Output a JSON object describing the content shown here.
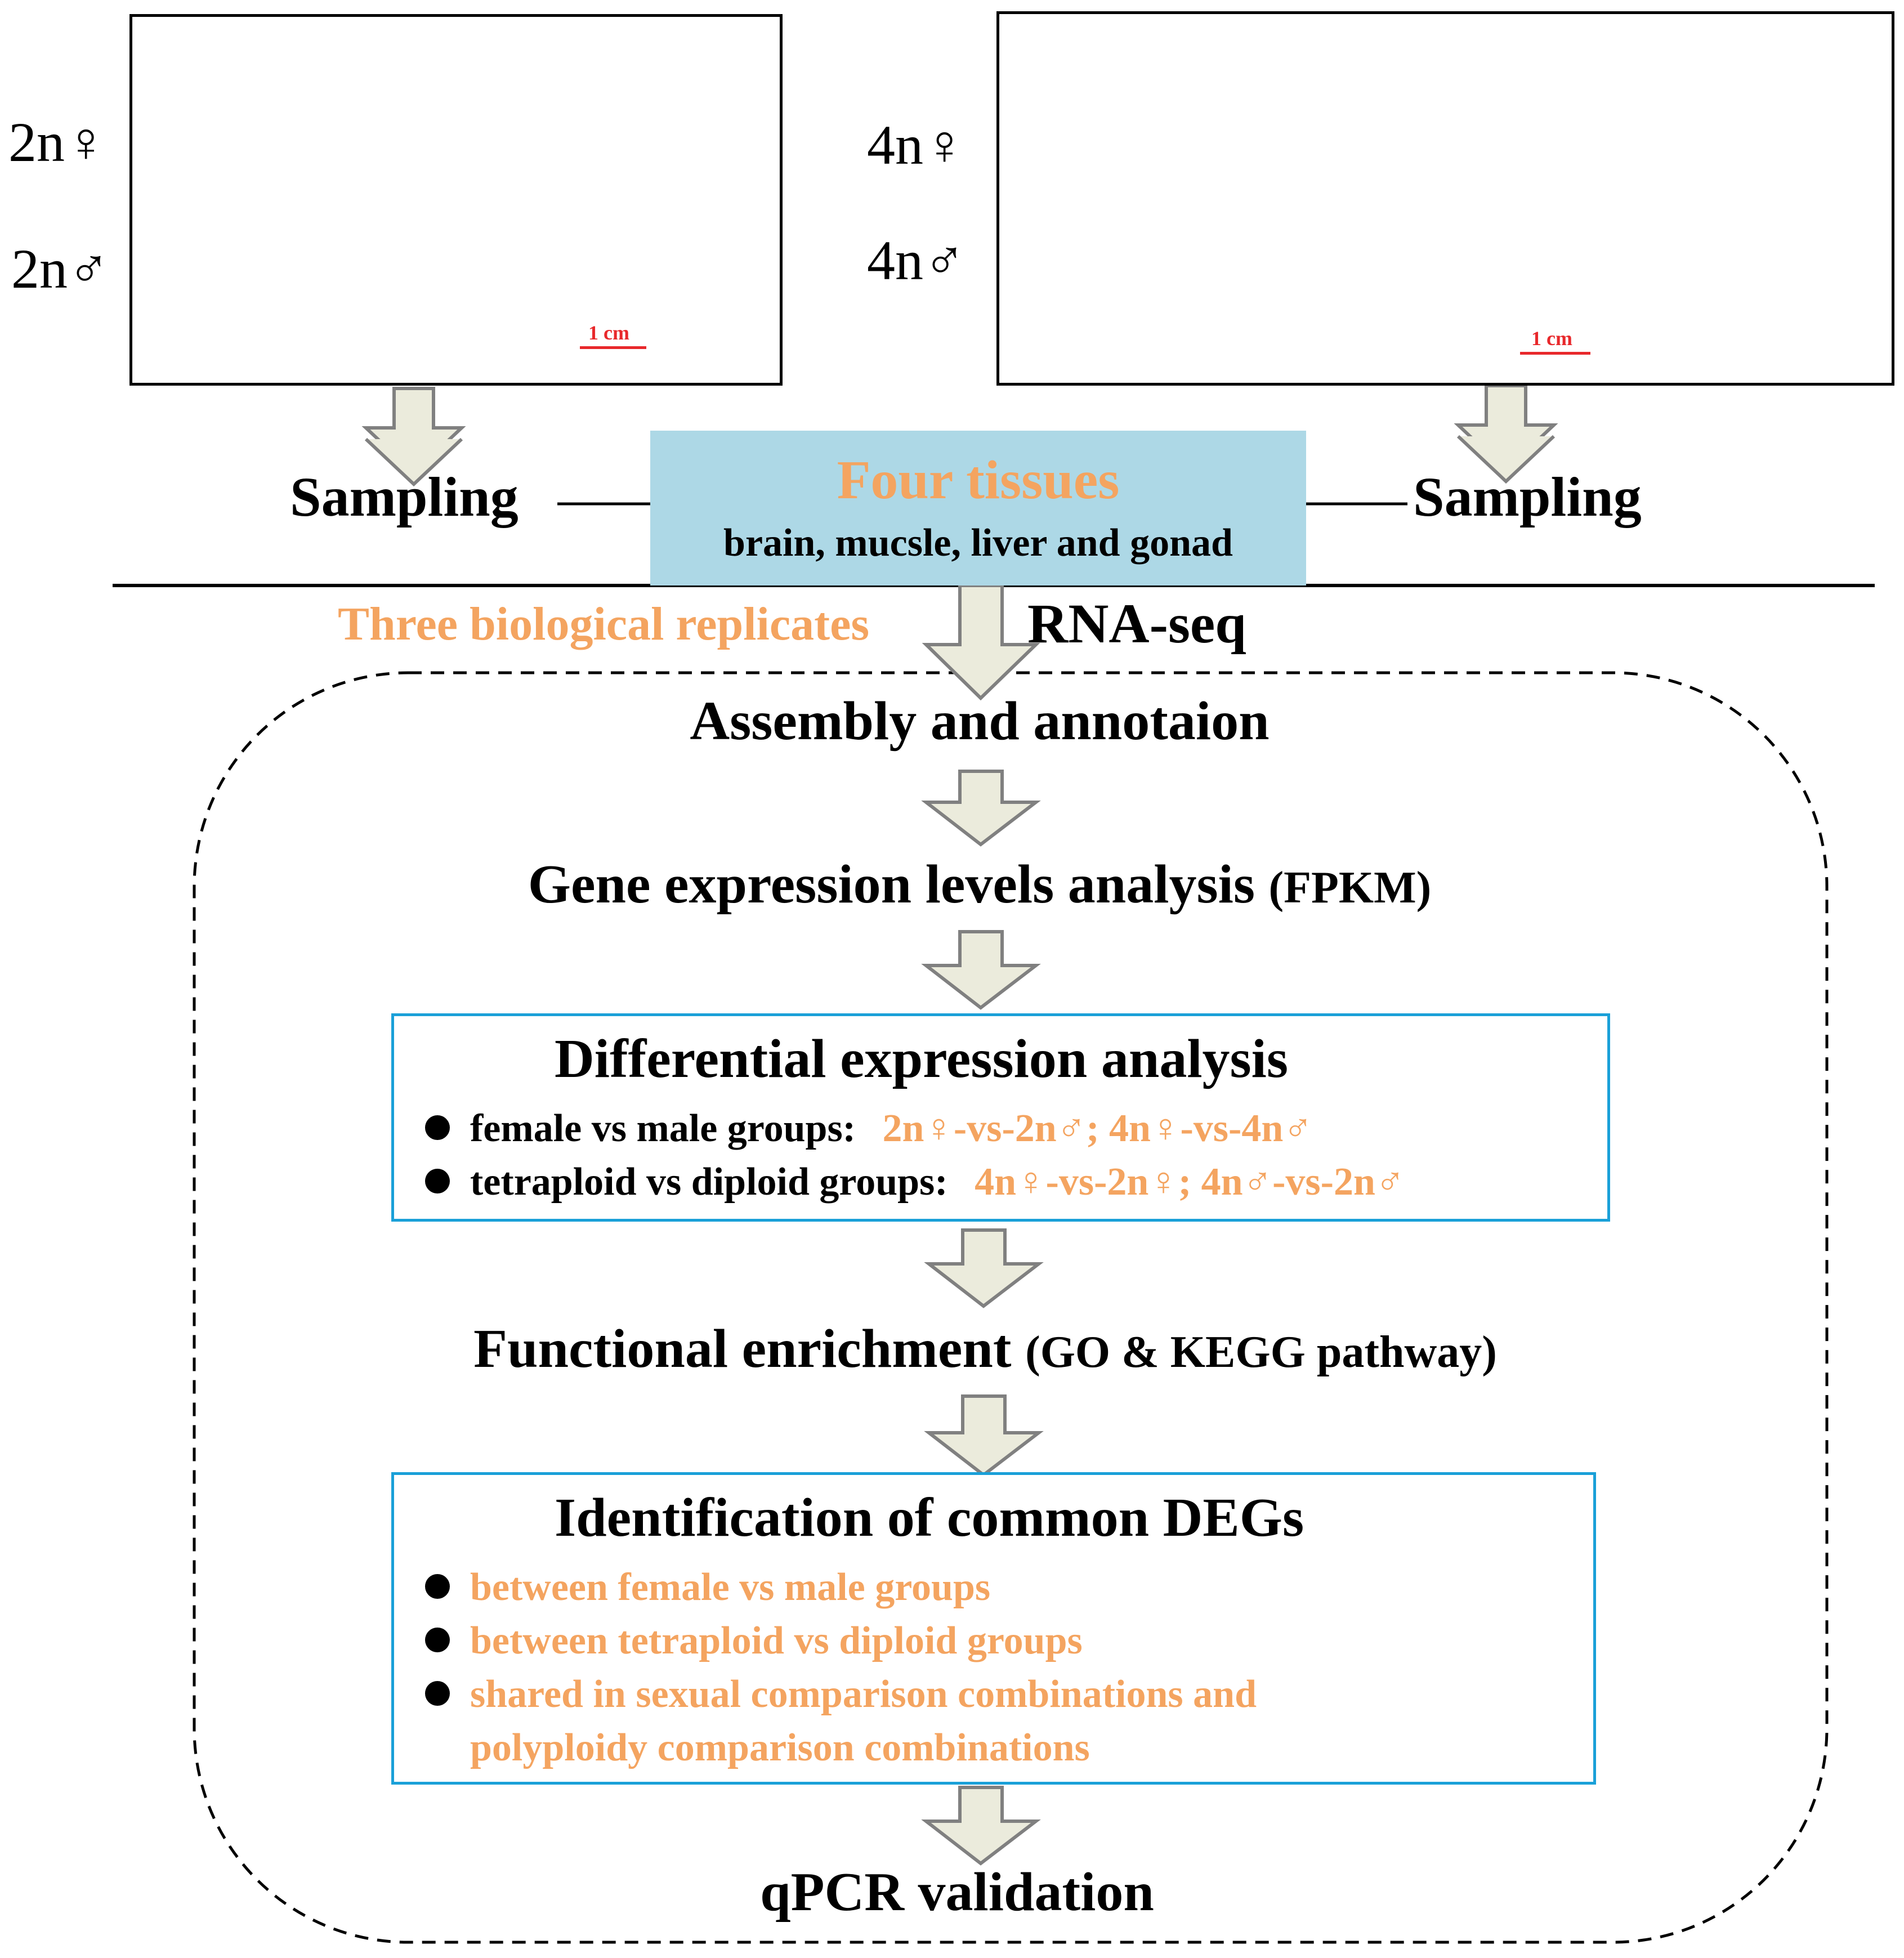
{
  "panels": {
    "diploid": {
      "female_label": "2n♀",
      "male_label": "2n♂",
      "scale_label": "1 cm"
    },
    "tetraploid": {
      "female_label": "4n♀",
      "male_label": "4n♂",
      "scale_label": "1 cm"
    }
  },
  "sampling": {
    "left_label": "Sampling",
    "right_label": "Sampling"
  },
  "tissues": {
    "title": "Four tissues",
    "subtitle": "brain, mucsle, liver and gonad"
  },
  "replicates_label": "Three biological replicates",
  "rnaseq_label": "RNA-seq",
  "steps": {
    "assembly": "Assembly and annotaion",
    "expression": {
      "main": "Gene expression levels analysis",
      "note": "(FPKM)"
    },
    "differential": {
      "title": "Differential expression analysis",
      "rows": [
        {
          "label": "female vs male groups:",
          "detail": "2n♀-vs-2n♂; 4n♀-vs-4n♂"
        },
        {
          "label": "tetraploid vs diploid groups:",
          "detail": "4n♀-vs-2n♀; 4n♂-vs-2n♂"
        }
      ]
    },
    "functional": {
      "main": "Functional enrichment",
      "note": "(GO & KEGG pathway)"
    },
    "common": {
      "title": "Identification of common DEGs",
      "items": [
        "between female vs male groups",
        "between tetraploid vs diploid groups",
        "shared in sexual comparison combinations and",
        "polyploidy comparison combinations"
      ]
    },
    "qpcr": "qPCR validation"
  },
  "colors": {
    "accent": "#f4a460",
    "tissue_box": "#add8e6",
    "box_border": "#1aa0d8",
    "arrow_fill": "#ebebdc",
    "arrow_stroke": "#808080",
    "scale_bar": "#e8282b"
  }
}
